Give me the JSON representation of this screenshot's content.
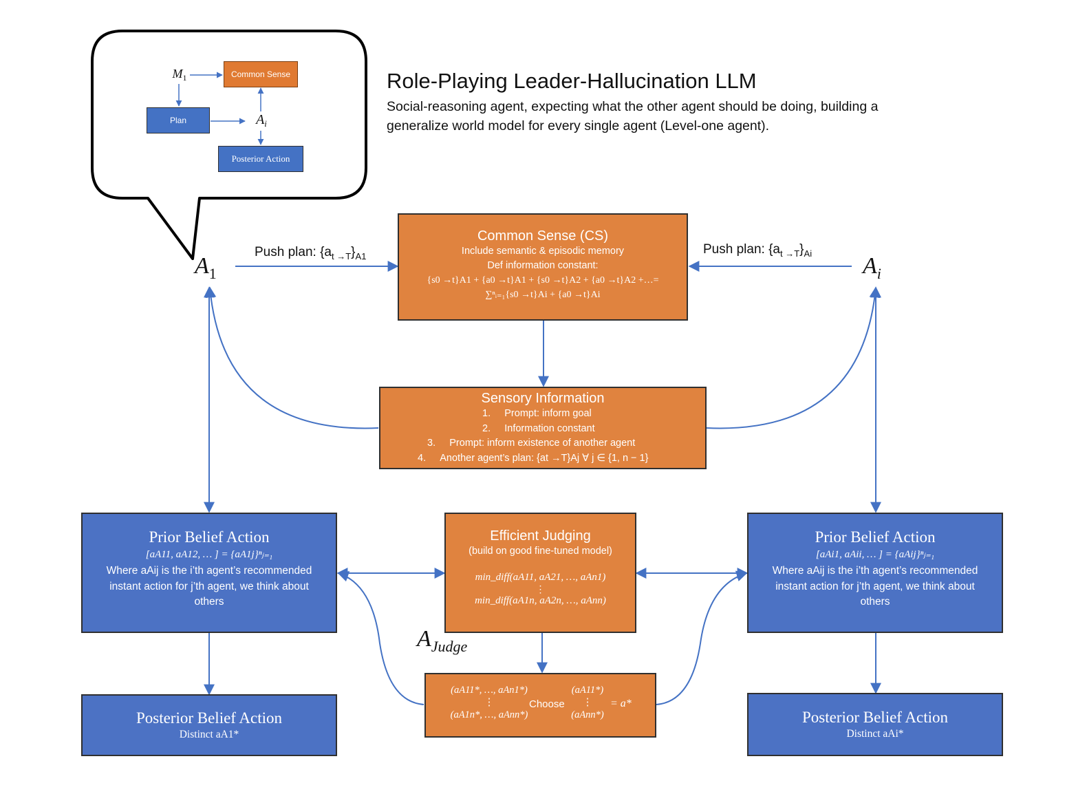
{
  "header": {
    "title": "Role-Playing Leader-Hallucination LLM",
    "subtitle_line1": "Social-reasoning agent, expecting what the other agent should be doing, building a",
    "subtitle_line2": "generalize world model for every single agent (Level-one agent)."
  },
  "bubble": {
    "m1_label": "M",
    "m1_sub": "1",
    "common_sense": "Common Sense",
    "plan": "Plan",
    "ai_label": "A",
    "ai_sub": "i",
    "posterior_action": "Posterior Action"
  },
  "agents": {
    "a1": "A",
    "a1_sub": "1",
    "ai": "A",
    "ai_sub": "i",
    "judge": "A",
    "judge_sub": "Judge"
  },
  "push_plan_left": {
    "prefix": "Push plan: {a",
    "sub": "t →T",
    "suffix": "}",
    "agent_sub": "A",
    "agent_sub_idx": "1"
  },
  "push_plan_right": {
    "prefix": "Push plan: {a",
    "sub": "t →T",
    "suffix": "}",
    "agent_sub": "A",
    "agent_sub_idx": "i"
  },
  "common_sense_box": {
    "title": "Common Sense (CS)",
    "line1": "Include semantic & episodic memory",
    "line2": "Def information constant:",
    "line3": "{s0 →t}A1 + {a0 →t}A1 + {s0 →t}A2 + {a0 →t}A2 +…=",
    "line4": "∑ⁿᵢ₌₁{s0 →t}Ai + {a0 →t}Ai"
  },
  "sensory_box": {
    "title": "Sensory Information",
    "items": [
      {
        "num": "1.",
        "text": "Prompt: inform goal"
      },
      {
        "num": "2.",
        "text": "Information constant"
      },
      {
        "num": "3.",
        "text": "Prompt: inform existence of another agent"
      },
      {
        "num": "4.",
        "text": "Another agent’s plan: {at →T}Aj ∀ j ∈ {1, n − 1}"
      }
    ]
  },
  "prior_left": {
    "title": "Prior Belief Action",
    "formula": "[aA11, aA12, … ] = {aA1j}ⁿⱼ₌₁",
    "line1": "Where aAij is the i’th agent’s recommended",
    "line2": "instant action for j’th agent, we think about",
    "line3": "others"
  },
  "prior_right": {
    "title": "Prior Belief Action",
    "formula": "[aAi1, aAii, … ] = {aAij}ⁿⱼ₌₁",
    "line1": "Where aAij is the i’th agent’s recommended",
    "line2": "instant action for j’th agent, we think about",
    "line3": "others"
  },
  "judging_box": {
    "title": "Efficient Judging",
    "subtitle": "(build on good fine-tuned model)",
    "formula1": "min_diff(aA11, aA21, …, aAn1)",
    "dots": "⋮",
    "formula2": "min_diff(aA1n, aA2n, …, aAnn)"
  },
  "choose_box": {
    "left_top": "(aA11*, …, aAn1*)",
    "left_dots": "⋮",
    "left_bottom": "(aA1n*, …, aAnn*)",
    "choose": "Choose",
    "right_top": "(aA11*)",
    "right_dots": "⋮",
    "right_bottom": "(aAnn*)",
    "result": "= a*"
  },
  "posterior_left": {
    "title": "Posterior Belief Action",
    "line": "Distinct aA1*"
  },
  "posterior_right": {
    "title": "Posterior Belief Action",
    "line": "Distinct aAi*"
  },
  "colors": {
    "orange": "#E0833F",
    "blue": "#4C72C4",
    "arrow": "#4472C4"
  }
}
